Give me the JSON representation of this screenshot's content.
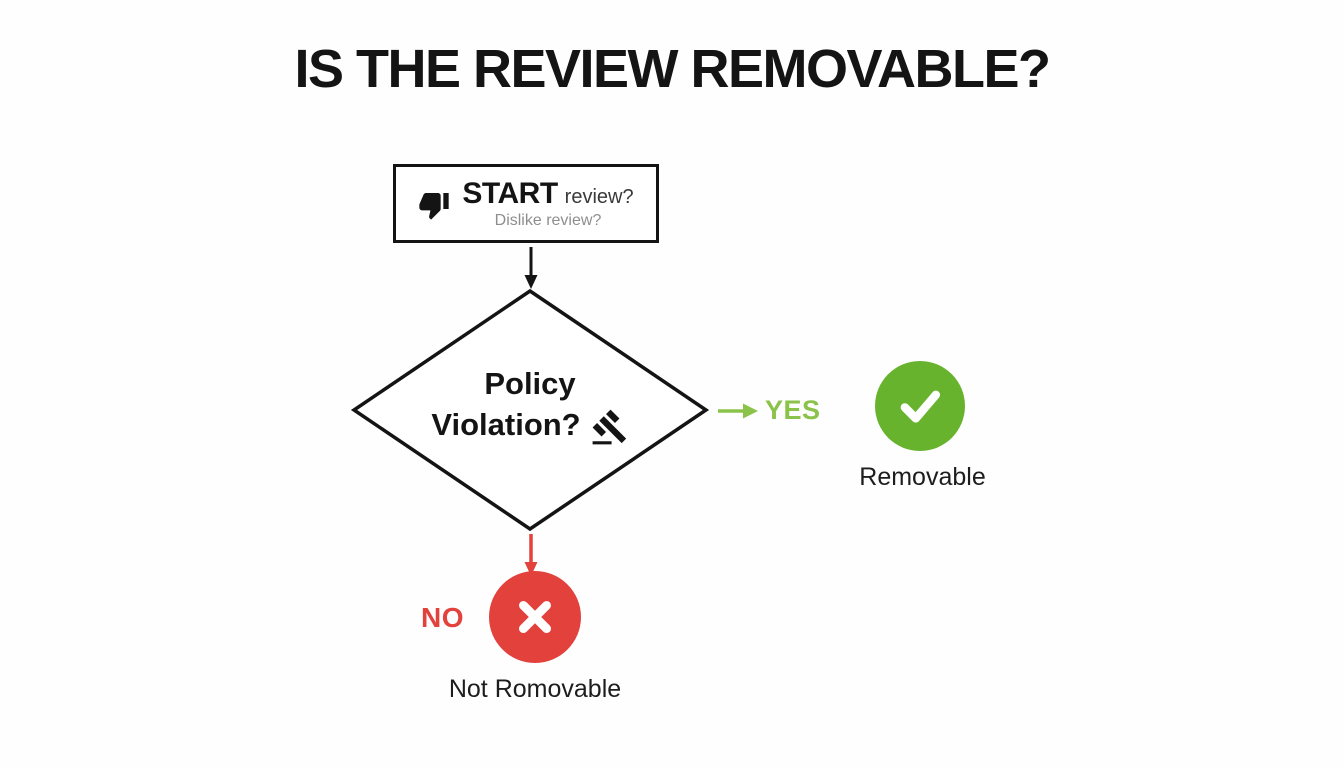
{
  "title": "IS THE REVIEW REMOVABLE?",
  "start_box": {
    "title_bold": "START",
    "title_rest": "review?",
    "subtitle": "Dislike review?"
  },
  "decision": {
    "line1": "Policy",
    "line2": "Violation?"
  },
  "branches": {
    "yes": {
      "label": "YES",
      "result": "Removable"
    },
    "no": {
      "label": "NO",
      "result": "Not Romovable"
    }
  },
  "icons": {
    "start": "thumbs-down-icon",
    "decision": "gavel-icon",
    "yes": "checkmark-icon",
    "no": "x-icon"
  },
  "colors": {
    "ink": "#141414",
    "green": "#68b32d",
    "green_light": "#8bc34a",
    "red": "#e2413c",
    "subtext": "#8e8e8e"
  }
}
